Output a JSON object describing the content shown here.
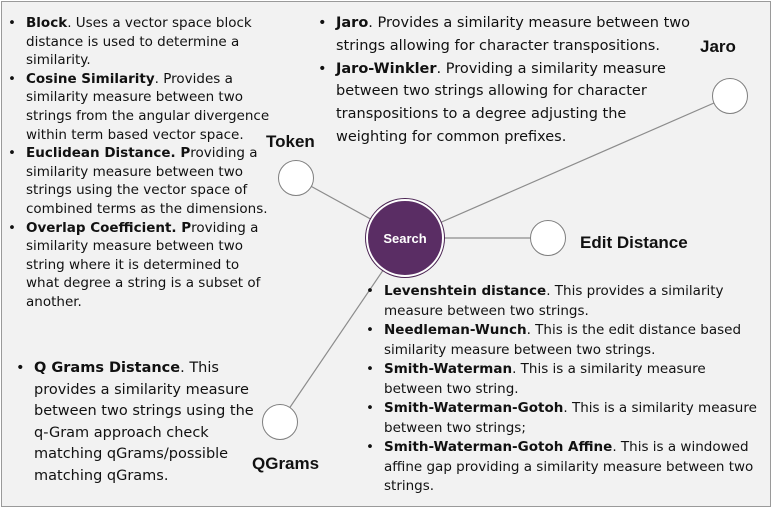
{
  "hub": {
    "label": "Search"
  },
  "nodes": {
    "token": "Token",
    "jaro": "Jaro",
    "edit_distance": "Edit Distance",
    "qgrams": "QGrams"
  },
  "token_items": [
    {
      "term": "Block",
      "text": ". Uses a vector space block distance is used to determine a similarity."
    },
    {
      "term": "Cosine Similarity",
      "text": ". Provides a similarity measure between two strings from the angular divergence within term based vector space."
    },
    {
      "term": "Euclidean Distance. P",
      "text": "roviding a similarity measure between two strings using the vector space of combined terms as the dimensions."
    },
    {
      "term": "Overlap Coefficient. P",
      "text": "roviding a similarity measure between two string where it is determined to what degree a string is a subset of another."
    }
  ],
  "jaro_items": [
    {
      "term": "Jaro",
      "text": ". Provides a similarity measure between two strings allowing for character transpositions."
    },
    {
      "term": "Jaro-Winkler",
      "text": ". Providing a similarity measure between two strings allowing for character transpositions to a degree adjusting the weighting for common prefixes."
    }
  ],
  "edit_items": [
    {
      "term": "Levenshtein distance",
      "text": ". This provides a similarity measure between two strings."
    },
    {
      "term": "Needleman-Wunch",
      "text": ". This is the edit distance based similarity measure between two strings."
    },
    {
      "term": "Smith-Waterman",
      "text": ". This is a similarity measure between two string."
    },
    {
      "term": "Smith-Waterman-Gotoh",
      "text": ". This is a similarity measure between two strings;"
    },
    {
      "term": "Smith-Waterman-Gotoh Affine",
      "text": ". This is a windowed affine gap providing a similarity measure between two strings."
    }
  ],
  "qgram_items": [
    {
      "term": "Q Grams Distance",
      "text": ". This provides a similarity measure between two strings using the q-Gram approach check matching qGrams/possible matching qGrams."
    }
  ]
}
